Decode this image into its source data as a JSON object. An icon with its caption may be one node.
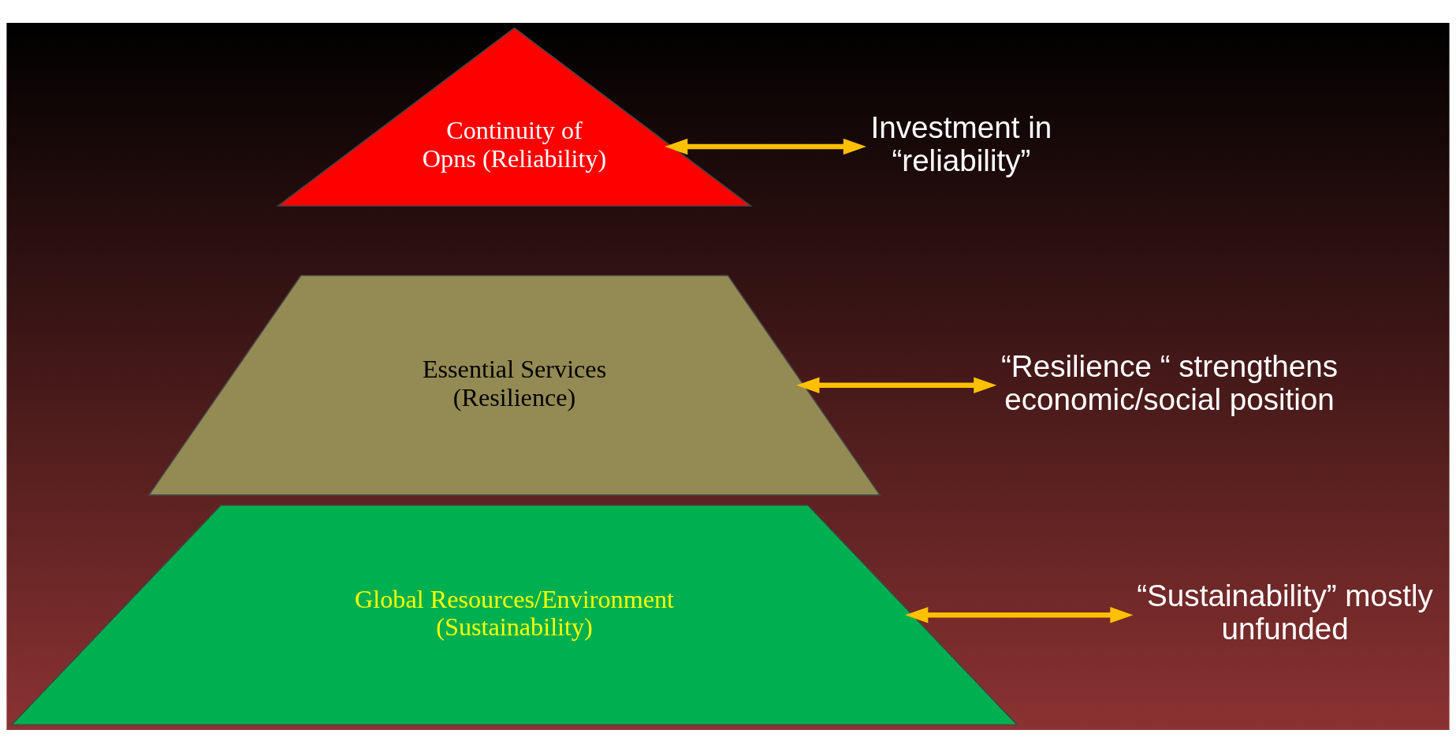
{
  "diagram": {
    "nodes": [
      {
        "text": [
          "Continuity of Opns (Reliability)"
        ]
      },
      {
        "text": [
          "Investment in “reliability”"
        ]
      },
      {
        "text": [
          "Essential Services (Resilience)"
        ]
      },
      {
        "text": [
          "“Resilience “ strengthens economic/social position"
        ]
      },
      {
        "text": [
          "Global Resources/Environment (Sustainability)"
        ]
      },
      {
        "text": [
          "“Sustainability” mostly unfunded"
        ]
      }
    ],
    "edges": [
      {
        "from": 0,
        "to": 1,
        "arrow": "both"
      },
      {
        "from": 2,
        "to": 3,
        "arrow": "both"
      },
      {
        "from": 5,
        "to": 4,
        "arrow": "both"
      }
    ]
  }
}
